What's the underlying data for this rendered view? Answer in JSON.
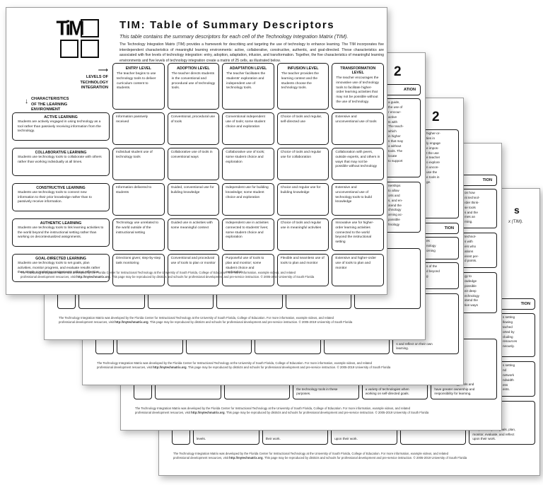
{
  "footer": {
    "line1": "The Technology Integration Matrix was developed by the Florida Center for Instructional Technology at the University of South Florida, College of Education. For more information, example videos, and related",
    "visit": "professional development resources, visit ",
    "link": "http://mytechmatrix.org",
    "rest": ". This page may be reproduced by districts and schools for professional development and pre-service instruction. © 2005-2019 University of South Florida"
  },
  "page1": {
    "logo_text": "TiM",
    "title": "TIM: Table of Summary Descriptors",
    "subtitle": "This table contains the summary descriptors for each cell of the Technology Integration Matrix (TIM).",
    "intro": "The Technology Integration Matrix (TIM) provides a framework for describing and targeting the use of technology to enhance learning. The TIM incorporates five interdependent characteristics of meaningful learning environments: active, collaborative, constructive, authentic, and goal-directed. These characteristics are associated with five levels of technology integration: entry, adoption, adaptation, infusion, and transformation. Together, the five characteristics of meaningful learning environments and five levels of technology integration create a matrix of 25 cells, as illustrated below.",
    "arrow_right": "⟶",
    "arrow_down": "↓",
    "axis_levels": "LEVELS OF\nTECHNOLOGY\nINTEGRATION",
    "axis_characteristics": "CHARACTERISTICS\nOF THE LEARNING\nENVIRONMENT",
    "columns": [
      {
        "label": "ENTRY LEVEL",
        "desc": "The teacher begins to use technology tools to deliver curriculum content to students."
      },
      {
        "label": "ADOPTION LEVEL",
        "desc": "The teacher directs students in the conventional and procedural use of technology tools."
      },
      {
        "label": "ADAPTATION LEVEL",
        "desc": "The teacher facilitates the students' exploration and independent use of technology tools."
      },
      {
        "label": "INFUSION LEVEL",
        "desc": "The teacher provides the learning context and the students choose the technology tools."
      },
      {
        "label": "TRANSFORMATION LEVEL",
        "desc": "The teacher encourages the innovative use of technology tools to facilitate higher-order learning activities that may not be possible without the use of technology."
      }
    ],
    "rows": [
      {
        "label": "ACTIVE LEARNING",
        "desc": "Students are actively engaged in using technology as a tool rather than passively receiving information from the technology.",
        "cells": [
          "Information passively received",
          "Conventional, procedural use of tools",
          "Conventional independent use of tools; some student choice and exploration",
          "Choice of tools and regular, self-directed use",
          "Extensive and unconventional use of tools"
        ]
      },
      {
        "label": "COLLABORATIVE LEARNING",
        "desc": "Students use technology tools to collaborate with others rather than working individually at all times.",
        "cells": [
          "Individual student use of technology tools",
          "Collaborative use of tools in conventional ways",
          "Collaborative use of tools; some student choice and exploration",
          "Choice of tools and regular use for collaboration",
          "Collaboration with peers, outside experts, and others in ways that may not be possible without technology"
        ]
      },
      {
        "label": "CONSTRUCTIVE LEARNING",
        "desc": "Students use technology tools to connect new information to their prior knowledge rather than to passively receive information.",
        "cells": [
          "Information delivered to students",
          "Guided, conventional use for building knowledge",
          "Independent use for building knowledge; some student choice and exploration",
          "Choice and regular use for building knowledge",
          "Extensive and unconventional use of technology tools to build knowledge"
        ]
      },
      {
        "label": "AUTHENTIC LEARNING",
        "desc": "Students use technology tools to link learning activities to the world beyond the instructional setting rather than working on decontextualized assignments.",
        "cells": [
          "Technology use unrelated to the world outside of the instructional setting",
          "Guided use in activities with some meaningful context",
          "Independent use in activities connected to students' lives; some student choice and exploration",
          "Choice of tools and regular use in meaningful activities",
          "Innovative use for higher-order learning activities connected to the world beyond the instructional setting"
        ]
      },
      {
        "label": "GOAL-DIRECTED LEARNING",
        "desc": "Students use technology tools to set goals, plan activities, monitor progress, and evaluate results rather than simply completing assignments without reflection.",
        "cells": [
          "Directions given; step-by-step task monitoring",
          "Conventional and procedural use of tools to plan or monitor",
          "Purposeful use of tools to plan and monitor; some student choice and exploration",
          "Flexible and seamless use of tools to plan and monitor",
          "Extensive and higher-order use of tools to plan and monitor"
        ]
      }
    ]
  },
  "page2": {
    "number": "2",
    "header_fragment": "ATION",
    "slivers": [
      "a guide,\nthe use of\nr encour-\nactive\nts with\nThe teach-\nwhich\nin higher\ns that may\na without\ntools. The\nlocate\nto support",
      "nerships\nto allow\norts and\ns, and en-\nxtend the\nchnology\narning ac-\npossible\nhnology"
    ],
    "row_label": "",
    "bottom_cells": [
      "",
      "",
      "",
      "",
      ""
    ]
  },
  "page3": {
    "number": "2",
    "header_fragment": "TION",
    "slivers": [
      "higher-or-\nties in\nly engage\ne impos-\nt the use\ne teacher\no explore\nn uncon-\nuse the\ne tools in\nge.",
      "es\nnology\norning",
      "s of the\nd beyond\ng"
    ],
    "row_label": "G",
    "bottom_cells": [
      "",
      "",
      "",
      "",
      "s and reflect on their own\nlearning."
    ]
  },
  "page4": {
    "header_fragment": "TION",
    "slivers": [
      "on how\nnt technol-\nrder think-\nse tools\ns and the\nmes an\nrning.",
      "technol-\ns with\ners who\nations\nerent per-\nd points.",
      "gy to\nowledge\npossible\neir deep\nechnology\nxtend the\ntive ways"
    ],
    "row_label": "GOAL",
    "bottom_cells": [
      "",
      "",
      "the technology tools in these\npurposes.",
      "the students may choose from\na variety of technologies when\nworking on self-directed goals.",
      "use of technology tools and\nhave greater ownership and\nresponsibility for learning."
    ]
  },
  "page5": {
    "title_fragment": "s",
    "subtitle_fragment": "x (TIM).",
    "header_fragment": "TION",
    "slivers": [
      "s setting\nllowing\ntached\norted by\ncluding\nresources\nneously.",
      "s setting\nnd\nnetwork\nndwidth\ness\nents."
    ],
    "row_label": "GOAL-D",
    "bottom_cells": [
      "levels.",
      "their work.",
      "upon their work.",
      "",
      "independently set goals, plan,\nmonitor, evaluate, and reflect\nupon their work."
    ]
  }
}
